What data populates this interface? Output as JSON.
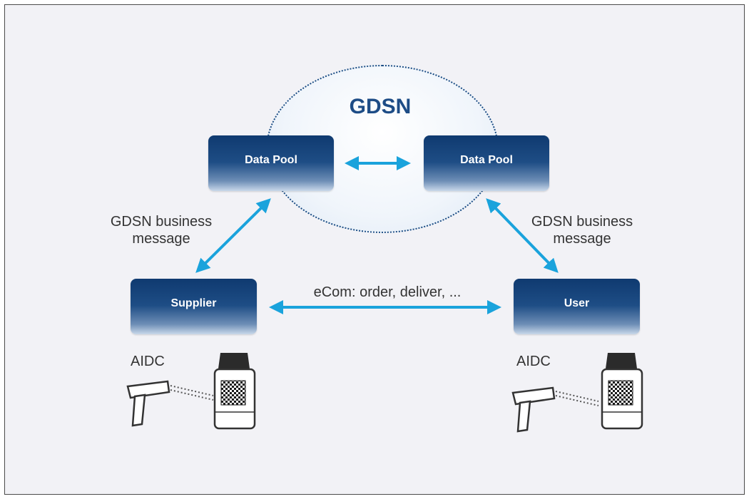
{
  "cloud": {
    "label": "GDSN"
  },
  "boxes": {
    "data_pool_left": "Data Pool",
    "data_pool_right": "Data Pool",
    "supplier": "Supplier",
    "user": "User"
  },
  "labels": {
    "business_message_left": [
      "GDSN business",
      "message"
    ],
    "business_message_right": [
      "GDSN business",
      "message"
    ],
    "ecom": "eCom: order, deliver, ...",
    "aidc_left": "AIDC",
    "aidc_right": "AIDC"
  },
  "colors": {
    "arrow": "#1aa3dc",
    "box_dark": "#0f3a70",
    "cloud_border": "#1c4d84",
    "background": "#f2f2f6"
  }
}
